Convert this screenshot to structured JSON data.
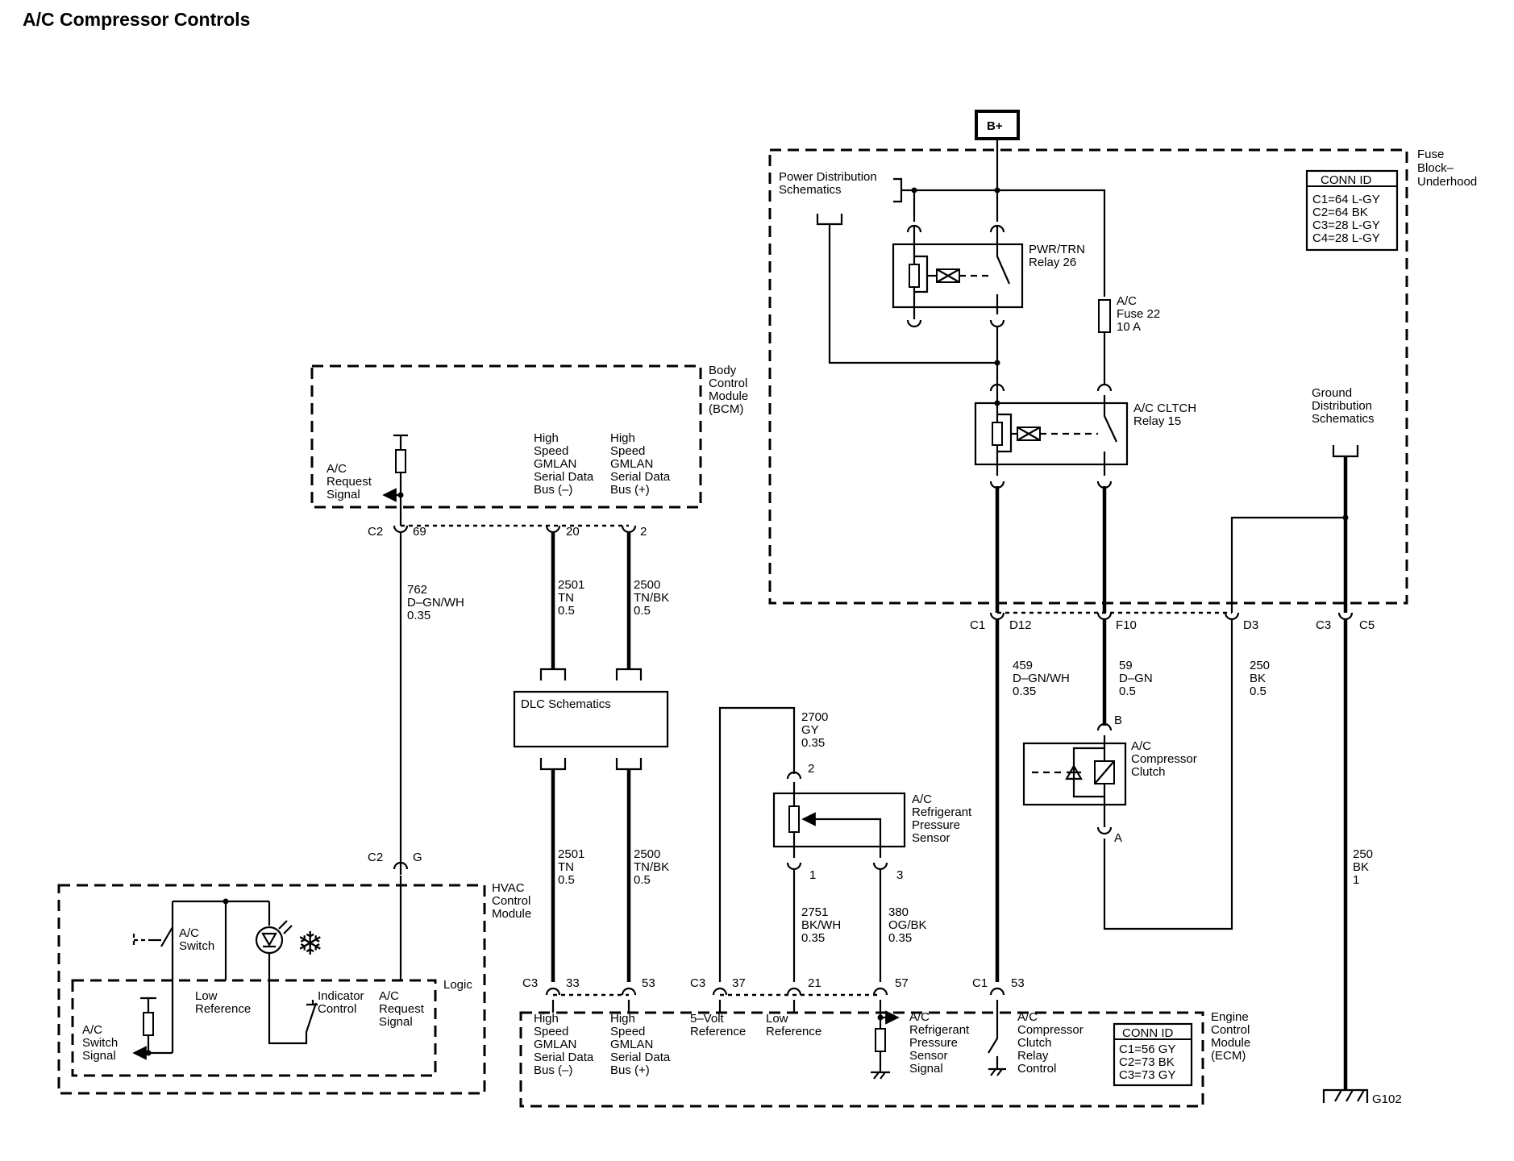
{
  "title": "A/C Compressor Controls",
  "b_plus": "B+",
  "fuse_block": {
    "name": [
      "Fuse",
      "Block–",
      "Underhood"
    ],
    "conn_id_header": "CONN ID",
    "conn_ids": [
      "C1=64 L-GY",
      "C2=64 BK",
      "C3=28 L-GY",
      "C4=28 L-GY"
    ],
    "power_dist": [
      "Power Distribution",
      "Schematics"
    ],
    "pwr_relay": [
      "PWR/TRN",
      "Relay 26"
    ],
    "fuse": [
      "A/C",
      "Fuse  22",
      "10 A"
    ],
    "clutch_relay": [
      "A/C CLTCH",
      "Relay 15"
    ],
    "ground_dist": [
      "Ground",
      "Distribution",
      "Schematics"
    ],
    "pins": {
      "c1": "C1",
      "d12": "D12",
      "f10": "F10",
      "d3": "D3",
      "c3": "C3",
      "c5": "C5"
    }
  },
  "bcm": {
    "name": [
      "Body",
      "Control",
      "Module",
      "(BCM)"
    ],
    "request_signal": [
      "A/C",
      "Request",
      "Signal"
    ],
    "bus_minus": [
      "High",
      "Speed",
      "GMLAN",
      "Serial Data",
      "Bus (–)"
    ],
    "bus_plus": [
      "High",
      "Speed",
      "GMLAN",
      "Serial Data",
      "Bus (+)"
    ],
    "pins": {
      "c2": "C2",
      "p69": "69",
      "p20": "20",
      "p2": "2"
    }
  },
  "wires": {
    "w762": [
      "762",
      "D–GN/WH",
      "0.35"
    ],
    "w2501_top": [
      "2501",
      "TN",
      "0.5"
    ],
    "w2500_top": [
      "2500",
      "TN/BK",
      "0.5"
    ],
    "w2501_bot": [
      "2501",
      "TN",
      "0.5"
    ],
    "w2500_bot": [
      "2500",
      "TN/BK",
      "0.5"
    ],
    "w459": [
      "459",
      "D–GN/WH",
      "0.35"
    ],
    "w59": [
      "59",
      "D–GN",
      "0.5"
    ],
    "w250_d3": [
      "250",
      "BK",
      "0.5"
    ],
    "w250_c5": [
      "250",
      "BK",
      "1"
    ],
    "w2700": [
      "2700",
      "GY",
      "0.35"
    ],
    "w2751": [
      "2751",
      "BK/WH",
      "0.35"
    ],
    "w380": [
      "380",
      "OG/BK",
      "0.35"
    ]
  },
  "dlc": "DLC Schematics",
  "pressure_sensor": {
    "name": [
      "A/C",
      "Refrigerant",
      "Pressure",
      "Sensor"
    ],
    "pins": {
      "p2": "2",
      "p1": "1",
      "p3": "3"
    }
  },
  "compressor_clutch": {
    "name": [
      "A/C",
      "Compressor",
      "Clutch"
    ],
    "pin_b": "B",
    "pin_a": "A"
  },
  "hvac": {
    "name": [
      "HVAC",
      "Control",
      "Module"
    ],
    "switch": [
      "A/C",
      "Switch"
    ],
    "logic": "Logic",
    "low_ref": [
      "Low",
      "Reference"
    ],
    "indicator": [
      "Indicator",
      "Control"
    ],
    "request": [
      "A/C",
      "Request",
      "Signal"
    ],
    "switch_signal": [
      "A/C",
      "Switch",
      "Signal"
    ],
    "pins": {
      "c2": "C2",
      "g": "G"
    }
  },
  "ecm": {
    "name": [
      "Engine",
      "Control",
      "Module",
      "(ECM)"
    ],
    "conn_id_header": "CONN ID",
    "conn_ids": [
      "C1=56 GY",
      "C2=73 BK",
      "C3=73 GY"
    ],
    "bus_minus": [
      "High",
      "Speed",
      "GMLAN",
      "Serial Data",
      "Bus (–)"
    ],
    "bus_plus": [
      "High",
      "Speed",
      "GMLAN",
      "Serial Data",
      "Bus (+)"
    ],
    "five_volt": [
      "5–Volt",
      "Reference"
    ],
    "low_ref": [
      "Low",
      "Reference"
    ],
    "pressure_signal": [
      "A/C",
      "Refrigerant",
      "Pressure",
      "Sensor",
      "Signal"
    ],
    "clutch_control": [
      "A/C",
      "Compressor",
      "Clutch",
      "Relay",
      "Control"
    ],
    "pins": {
      "c3": "C3",
      "p33": "33",
      "p53a": "53",
      "c3b": "C3",
      "p37": "37",
      "p21": "21",
      "p57": "57",
      "c1": "C1",
      "p53b": "53"
    }
  },
  "ground": "G102"
}
